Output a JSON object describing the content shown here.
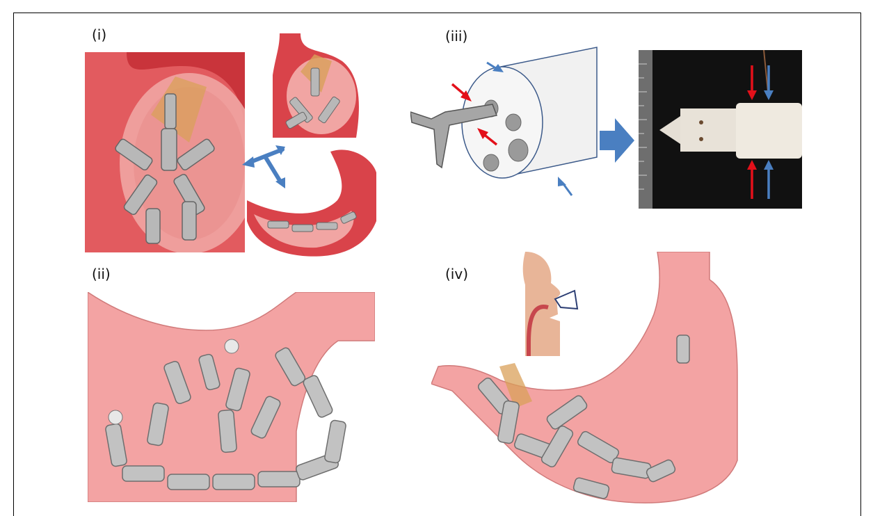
{
  "panels": {
    "i": {
      "label": "(i)"
    },
    "ii": {
      "label": "(ii)"
    },
    "iii": {
      "label": "(iii)"
    },
    "iv": {
      "label": "(iv)"
    }
  },
  "colors": {
    "stomach_red": "#d9434a",
    "stomach_pink": "#f3a3a3",
    "arrow_blue": "#4a7fc1",
    "arrow_red": "#e3101a",
    "skin": "#e8b598"
  }
}
